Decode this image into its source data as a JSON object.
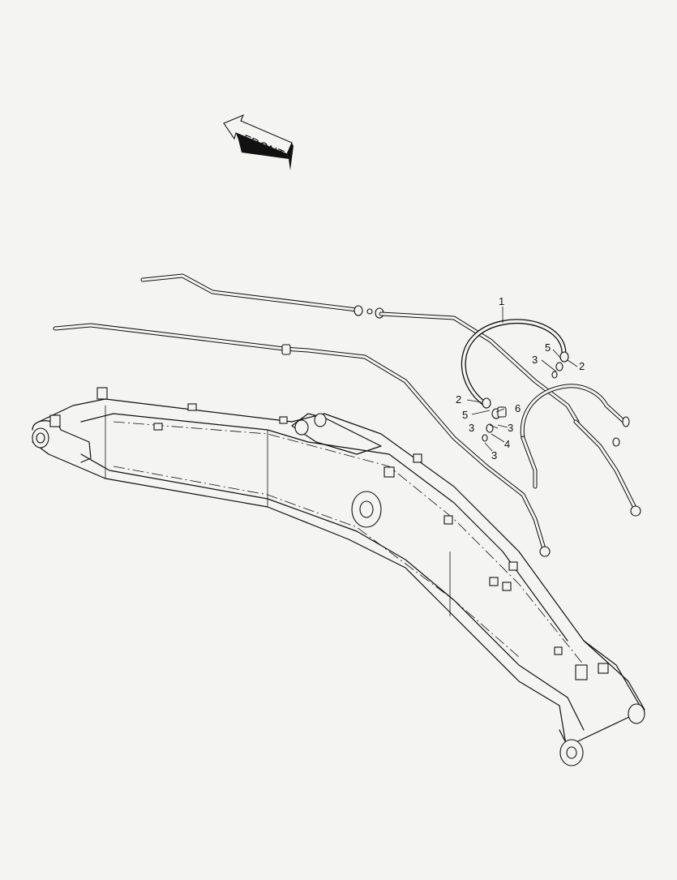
{
  "arrow": {
    "label": "FRONT"
  },
  "callouts": [
    {
      "id": "c1",
      "text": "1"
    },
    {
      "id": "c2a",
      "text": "2"
    },
    {
      "id": "c2b",
      "text": "2"
    },
    {
      "id": "c3a",
      "text": "3"
    },
    {
      "id": "c3b",
      "text": "3"
    },
    {
      "id": "c3c",
      "text": "3"
    },
    {
      "id": "c3d",
      "text": "3"
    },
    {
      "id": "c4",
      "text": "4"
    },
    {
      "id": "c5a",
      "text": "5"
    },
    {
      "id": "c5b",
      "text": "5"
    },
    {
      "id": "c6",
      "text": "6"
    }
  ]
}
